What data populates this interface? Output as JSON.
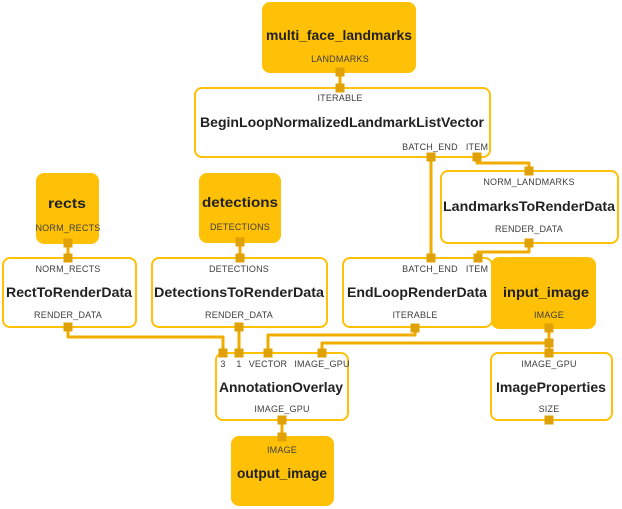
{
  "colors": {
    "background": "#ffffff",
    "packet_node_fill": "#FFC107",
    "calculator_node_fill": "#FFFFFF",
    "node_border": "#FFC107",
    "wire": "#F0AD00",
    "connector": "#E0A106",
    "title_text": "#212121",
    "port_text": "#3D3D3D"
  },
  "nodes": [
    {
      "title": "multi_face_landmarks",
      "type": "packet",
      "ports_top": [],
      "ports_bottom": [
        "LANDMARKS"
      ]
    },
    {
      "title": "BeginLoopNormalizedLandmarkListVector",
      "type": "calculator",
      "ports_top": [
        "ITERABLE"
      ],
      "ports_bottom": [
        "BATCH_END",
        "ITEM"
      ]
    },
    {
      "title": "rects",
      "type": "packet",
      "ports_top": [],
      "ports_bottom": [
        "NORM_RECTS"
      ]
    },
    {
      "title": "detections",
      "type": "packet",
      "ports_top": [],
      "ports_bottom": [
        "DETECTIONS"
      ]
    },
    {
      "title": "LandmarksToRenderData",
      "type": "calculator",
      "ports_top": [
        "NORM_LANDMARKS"
      ],
      "ports_bottom": [
        "RENDER_DATA"
      ]
    },
    {
      "title": "RectToRenderData",
      "type": "calculator",
      "ports_top": [
        "NORM_RECTS"
      ],
      "ports_bottom": [
        "RENDER_DATA"
      ]
    },
    {
      "title": "DetectionsToRenderData",
      "type": "calculator",
      "ports_top": [
        "DETECTIONS"
      ],
      "ports_bottom": [
        "RENDER_DATA"
      ]
    },
    {
      "title": "EndLoopRenderData",
      "type": "calculator",
      "ports_top": [
        "BATCH_END",
        "ITEM"
      ],
      "ports_bottom": [
        "ITERABLE"
      ]
    },
    {
      "title": "input_image",
      "type": "packet",
      "ports_top": [],
      "ports_bottom": [
        "IMAGE"
      ]
    },
    {
      "title": "AnnotationOverlay",
      "type": "calculator",
      "ports_top": [
        "3",
        "1",
        "VECTOR",
        "IMAGE_GPU"
      ],
      "ports_bottom": [
        "IMAGE_GPU"
      ]
    },
    {
      "title": "ImageProperties",
      "type": "calculator",
      "ports_top": [
        "IMAGE_GPU"
      ],
      "ports_bottom": [
        "SIZE"
      ]
    },
    {
      "title": "output_image",
      "type": "packet",
      "ports_top": [
        "IMAGE"
      ],
      "ports_bottom": []
    }
  ],
  "edges": [
    {
      "from": "multi_face_landmarks:LANDMARKS",
      "to": "BeginLoopNormalizedLandmarkListVector:ITERABLE"
    },
    {
      "from": "BeginLoopNormalizedLandmarkListVector:BATCH_END",
      "to": "EndLoopRenderData:BATCH_END"
    },
    {
      "from": "BeginLoopNormalizedLandmarkListVector:ITEM",
      "to": "LandmarksToRenderData:NORM_LANDMARKS"
    },
    {
      "from": "LandmarksToRenderData:RENDER_DATA",
      "to": "EndLoopRenderData:ITEM"
    },
    {
      "from": "rects:NORM_RECTS",
      "to": "RectToRenderData:NORM_RECTS"
    },
    {
      "from": "detections:DETECTIONS",
      "to": "DetectionsToRenderData:DETECTIONS"
    },
    {
      "from": "RectToRenderData:RENDER_DATA",
      "to": "AnnotationOverlay:3"
    },
    {
      "from": "DetectionsToRenderData:RENDER_DATA",
      "to": "AnnotationOverlay:1"
    },
    {
      "from": "EndLoopRenderData:ITERABLE",
      "to": "AnnotationOverlay:VECTOR"
    },
    {
      "from": "input_image:IMAGE",
      "to": "AnnotationOverlay:IMAGE_GPU"
    },
    {
      "from": "input_image:IMAGE",
      "to": "ImageProperties:IMAGE_GPU"
    },
    {
      "from": "AnnotationOverlay:IMAGE_GPU",
      "to": "output_image:IMAGE"
    }
  ]
}
